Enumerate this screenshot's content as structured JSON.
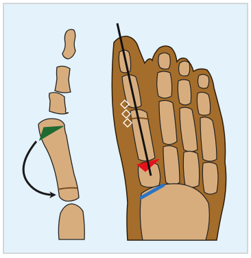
{
  "figure": {
    "panel_count": 2,
    "colors": {
      "background": "#e3f2fb",
      "frame": "#d3d6d8",
      "bone_fill": "#d8ad7e",
      "bone_stroke": "#222222",
      "soft_tissue": "#a46d2b",
      "soft_tissue_stroke": "#2a1a08",
      "axis_line": "#111111",
      "joint_line": "#7a4d20",
      "wedge_green": "#1f6a30",
      "wedge_red": "#e3131a",
      "marker_blue": "#2a74c4",
      "arrow": "#1a1a1a",
      "diamond": "#ffffff"
    },
    "left_panel": {
      "subject": "toe-bones-lateral",
      "bone_count": 5,
      "annotations": [
        "green-wedge",
        "curved-arrow"
      ]
    },
    "right_panel": {
      "subject": "foot-dorsal-with-soft-tissue",
      "annotations": [
        "axis-line",
        "diamond-markers",
        "red-wedge",
        "blue-bar"
      ],
      "diamond_count": 3
    }
  }
}
